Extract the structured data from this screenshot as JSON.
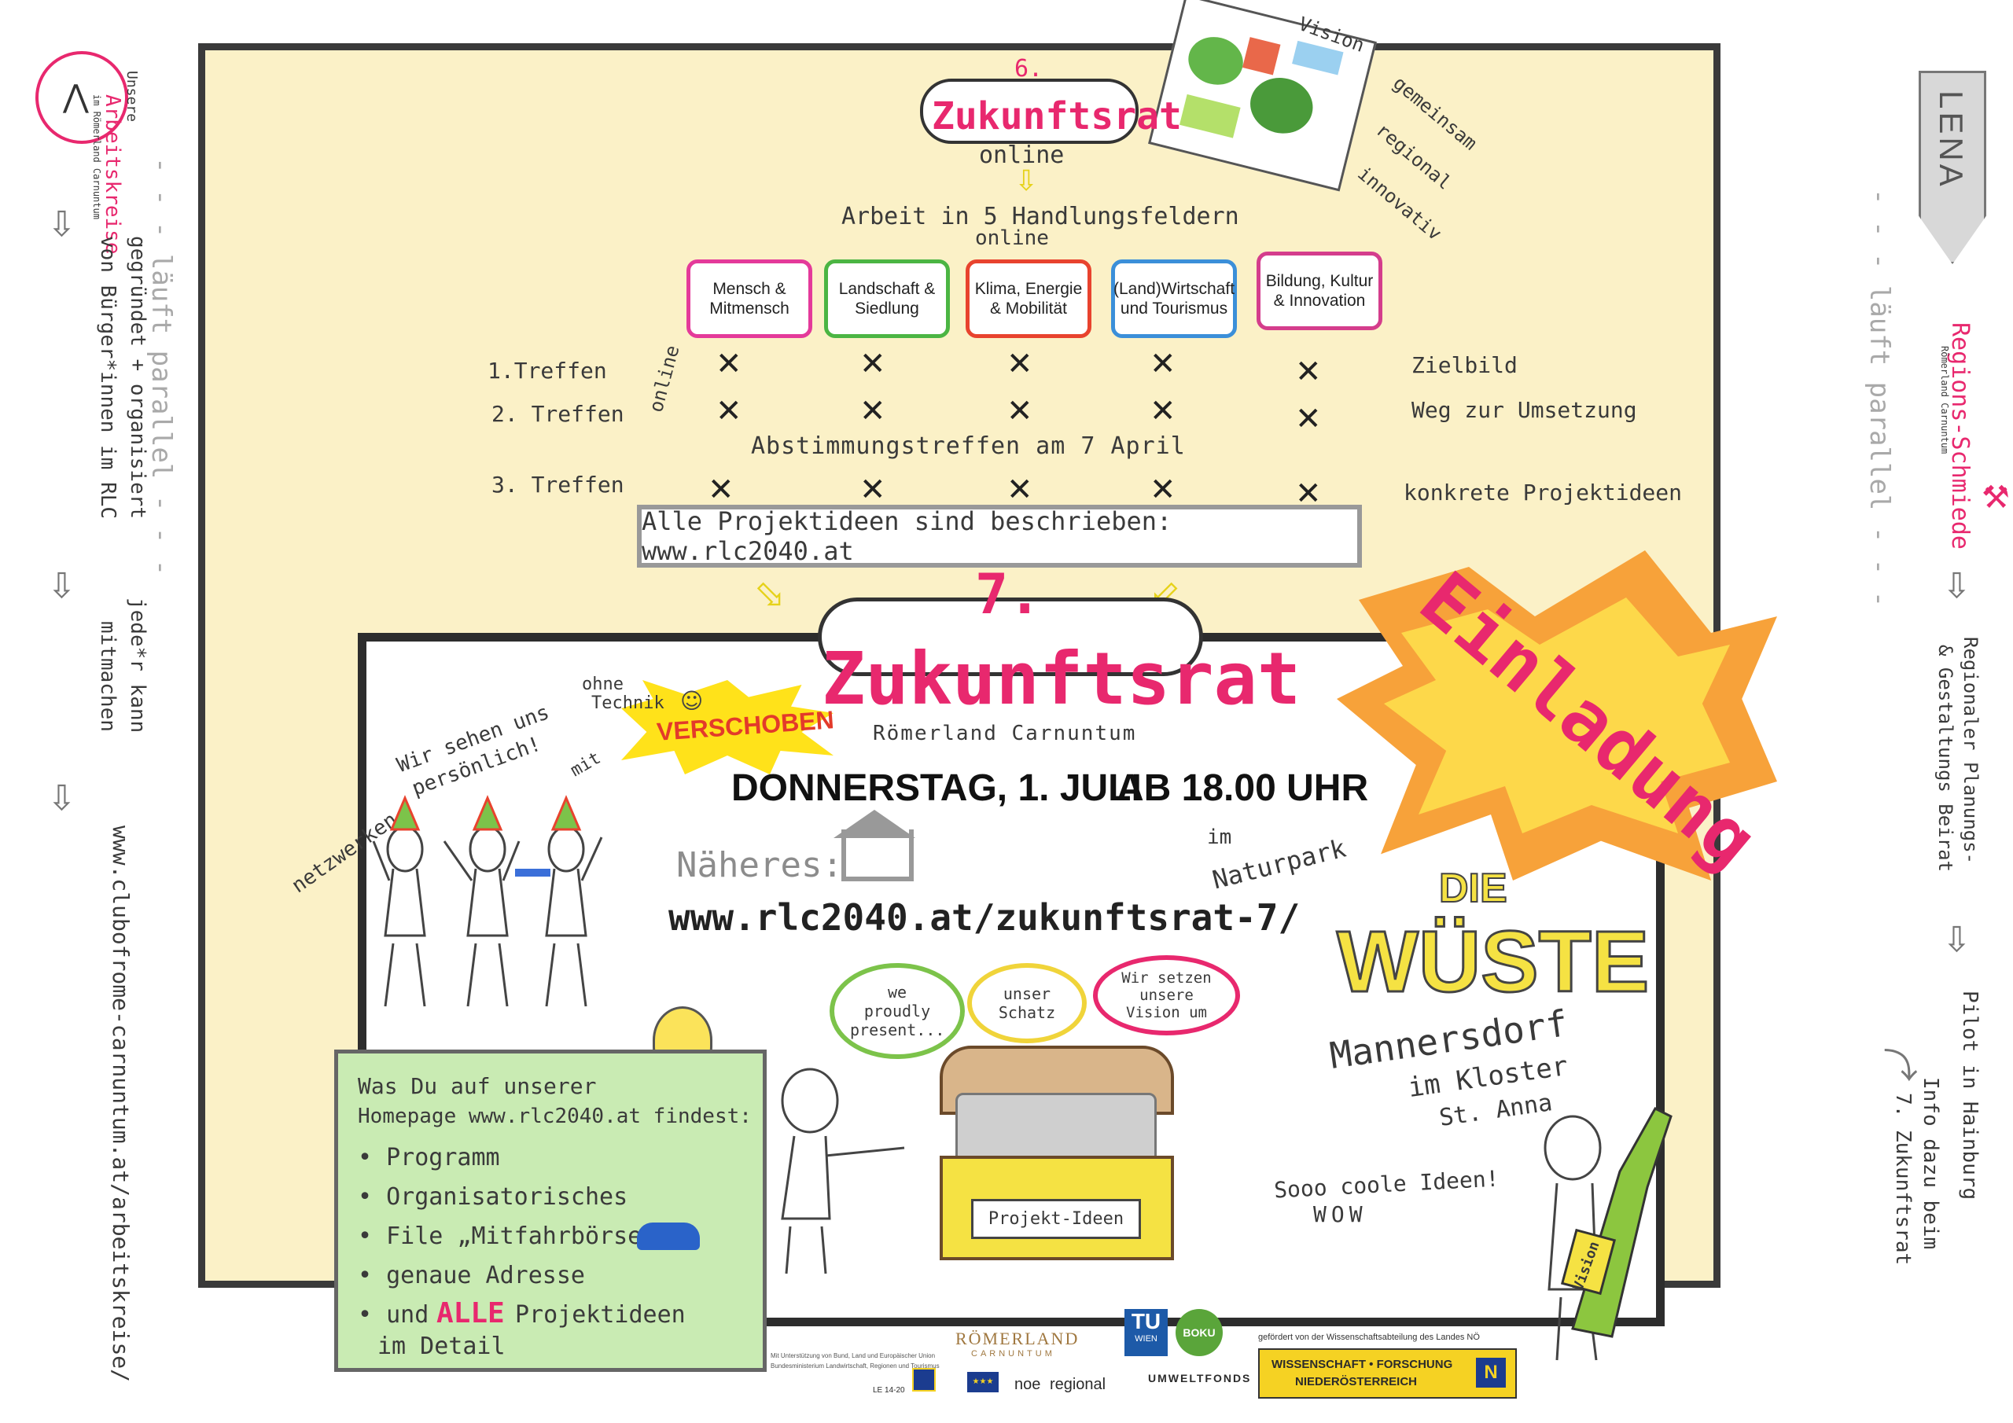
{
  "left_column": {
    "unsere": "Unsere",
    "arbeitskreise": "Arbeitskreise",
    "sub": "im Römerland Carnuntum",
    "gegruendet": "gegründet + organisiert",
    "von_buergern": "von Bürger*innen im RLC",
    "jeder": "jede*r kann",
    "mitmachen": "mitmachen",
    "url": "www.clubofrome-carnuntum.at/arbeitskreise/",
    "laeuft_parallel": "- - - läuft parallel - - -"
  },
  "right_column": {
    "lena": "LENA",
    "regions": "Regions-Schmiede",
    "regions_sub": "Römerland Carnuntum",
    "beirat1": "Regionaler Planungs-",
    "beirat2": "& Gestaltungs Beirat",
    "pilot": "Pilot in Hainburg",
    "info1": "Info dazu beim",
    "info2": "7. Zukunftsrat",
    "laeuft_parallel": "- - - läuft parallel - - -"
  },
  "top": {
    "number": "6.",
    "title": "Zukunftsrat",
    "online": "online",
    "arbeit": "Arbeit in 5 Handlungsfeldern",
    "arbeit_online": "online",
    "vision": "Vision",
    "gemeinsam": "gemeinsam",
    "regional": "regional",
    "innovativ": "innovativ",
    "fields": [
      "Mensch & Mitmensch",
      "Landschaft & Siedlung",
      "Klima, Energie & Mobilität",
      "(Land)Wirtschaft und Tourismus",
      "Bildung, Kultur & Innovation"
    ],
    "field_colors": [
      "#e43a9a",
      "#4bb543",
      "#e8432e",
      "#3b8fd9",
      "#d43d8c"
    ],
    "treffen1": "1.Treffen",
    "treffen2": "2. Treffen",
    "treffen3": "3. Treffen",
    "online_side": "online",
    "zielbild": "Zielbild",
    "weg": "Weg zur Umsetzung",
    "konkrete": "konkrete Projektideen",
    "abstimmung": "Abstimmungstreffen am 7 April",
    "alle": "Alle Projektideen sind beschrieben: www.rlc2040.at"
  },
  "main": {
    "number": "7.",
    "title": "Zukunftsrat",
    "sub": "Römerland Carnuntum",
    "verschoben": "VERSCHOBEN",
    "einladung": "Einladung",
    "ohne": "ohne",
    "technik": "Technik",
    "smile": "☺",
    "mit": "mit",
    "wir_sehen": "Wir sehen uns",
    "persoenlich": "persönlich!",
    "netzwerken": "netzwerken",
    "date": "DONNERSTAG, 1. JULI",
    "time": "AB 18.00 UHR",
    "im": "im",
    "naturpark": "Naturpark",
    "naeheres": "Näheres:",
    "url": "www.rlc2040.at/zukunftsrat-7/",
    "die": "DIE",
    "wueste": "WÜSTE",
    "mannersdorf": "Mannersdorf",
    "kloster": "im Kloster",
    "anna": "St. Anna",
    "bubble1": "we proudly present...",
    "bubble2": "unser Schatz",
    "bubble3": "Wir setzen unsere Vision um",
    "chest_label": "Projekt-Ideen",
    "wow1": "Sooo coole Ideen!",
    "wow2": "WOW",
    "bottle": "Vision"
  },
  "green_note": {
    "line1": "Was Du auf unserer",
    "line2": "Homepage www.rlc2040.at findest:",
    "items": [
      "• Programm",
      "• Organisatorisches",
      "• File „Mitfahrbörse\"",
      "• genaue Adresse"
    ],
    "last_pre": "• und",
    "last_alle": "ALLE",
    "last_post": "Projektideen",
    "last_line2": "im Detail"
  },
  "logos": {
    "roemerland": "RÖMERLAND",
    "carnuntum": "CARNUNTUM",
    "tu": "TU",
    "wien": "WIEN",
    "boku": "BOKU",
    "umweltfonds": "UMWELTFONDS",
    "noe": "noe",
    "regional": "regional",
    "le": "LE 14-20",
    "gefoerdert": "gefördert von der Wissenschaftsabteilung des Landes NÖ",
    "wissenschaft1": "WISSENSCHAFT • FORSCHUNG",
    "wissenschaft2": "NIEDERÖSTERREICH",
    "small1": "Mit Unterstützung von Bund, Land und Europäischer Union",
    "small2": "Bundesministerium Landwirtschaft, Regionen und Tourismus"
  }
}
